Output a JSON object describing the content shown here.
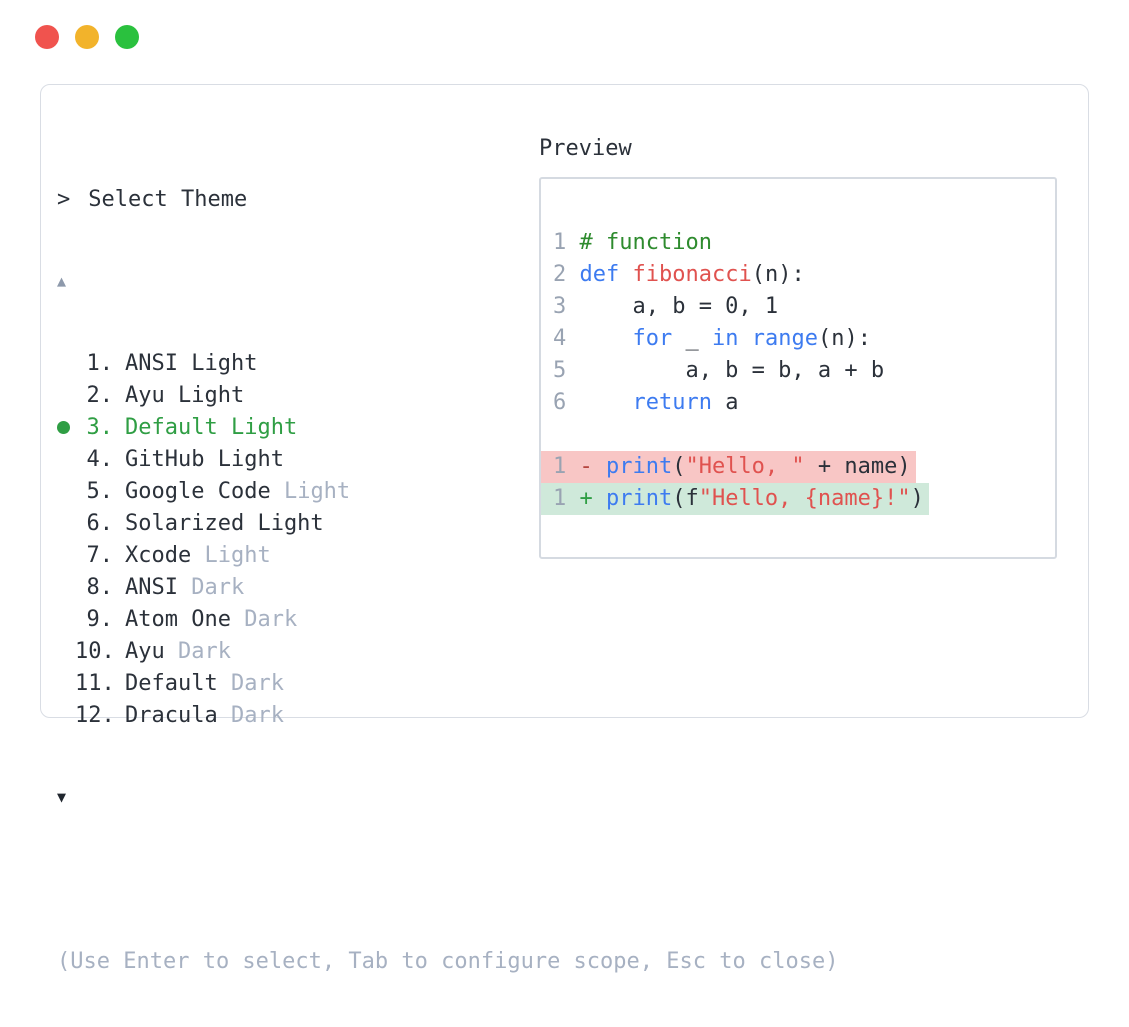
{
  "window": {
    "controls": [
      {
        "name": "close",
        "color": "#f0534e"
      },
      {
        "name": "minimize",
        "color": "#f2b32b"
      },
      {
        "name": "zoom",
        "color": "#2ac13e"
      }
    ]
  },
  "prompt": {
    "chevron": ">",
    "title": "Select Theme"
  },
  "list": {
    "scroll_up_glyph": "▲",
    "scroll_down_glyph": "▼",
    "items": [
      {
        "number": "1.",
        "name": "ANSI Light",
        "dim": "",
        "selected": false
      },
      {
        "number": "2.",
        "name": "Ayu Light",
        "dim": "",
        "selected": false
      },
      {
        "number": "3.",
        "name": "Default Light",
        "dim": "",
        "selected": true
      },
      {
        "number": "4.",
        "name": "GitHub Light",
        "dim": "",
        "selected": false
      },
      {
        "number": "5.",
        "name": "Google Code",
        "dim": "Light",
        "selected": false
      },
      {
        "number": "6.",
        "name": "Solarized Light",
        "dim": "",
        "selected": false
      },
      {
        "number": "7.",
        "name": "Xcode",
        "dim": "Light",
        "selected": false
      },
      {
        "number": "8.",
        "name": "ANSI",
        "dim": "Dark",
        "selected": false
      },
      {
        "number": "9.",
        "name": "Atom One",
        "dim": "Dark",
        "selected": false
      },
      {
        "number": "10.",
        "name": "Ayu",
        "dim": "Dark",
        "selected": false
      },
      {
        "number": "11.",
        "name": "Default",
        "dim": "Dark",
        "selected": false
      },
      {
        "number": "12.",
        "name": "Dracula",
        "dim": "Dark",
        "selected": false
      }
    ]
  },
  "preview": {
    "label": "Preview",
    "code_lines": [
      {
        "num": "1",
        "tokens": [
          [
            "c",
            "# function"
          ]
        ]
      },
      {
        "num": "2",
        "tokens": [
          [
            "k",
            "def"
          ],
          [
            "t",
            " "
          ],
          [
            "f",
            "fibonacci"
          ],
          [
            "t",
            "(n):"
          ]
        ]
      },
      {
        "num": "3",
        "tokens": [
          [
            "t",
            "    a, b = 0, 1"
          ]
        ]
      },
      {
        "num": "4",
        "tokens": [
          [
            "t",
            "    "
          ],
          [
            "k",
            "for"
          ],
          [
            "t",
            " _ "
          ],
          [
            "k",
            "in"
          ],
          [
            "t",
            " "
          ],
          [
            "k",
            "range"
          ],
          [
            "t",
            "(n):"
          ]
        ]
      },
      {
        "num": "5",
        "tokens": [
          [
            "t",
            "        a, b = b, a + b"
          ]
        ]
      },
      {
        "num": "6",
        "tokens": [
          [
            "t",
            "    "
          ],
          [
            "k",
            "return"
          ],
          [
            "t",
            " a"
          ]
        ]
      }
    ],
    "diff_lines": [
      {
        "num": "1",
        "sign": "-",
        "type": "removed",
        "tokens": [
          [
            "k",
            "print"
          ],
          [
            "t",
            "("
          ],
          [
            "f",
            "\"Hello, \""
          ],
          [
            "t",
            " + name)"
          ]
        ]
      },
      {
        "num": "1",
        "sign": "+",
        "type": "added",
        "tokens": [
          [
            "k",
            "print"
          ],
          [
            "t",
            "(f"
          ],
          [
            "f",
            "\"Hello, {name}!\""
          ],
          [
            "t",
            ")"
          ]
        ]
      }
    ]
  },
  "help": {
    "text": "(Use Enter to select, Tab to configure scope, Esc to close)"
  },
  "colors": {
    "text": "#2b313a",
    "muted": "#a7b1c2",
    "line-number": "#99a3b2",
    "accent-green": "#2f9e44",
    "comment-green": "#2e8b2e",
    "keyword-blue": "#3d7bf0",
    "string-red": "#e0524f",
    "removed-sign": "#b5453f",
    "removed-bg": "#f8c6c5",
    "added-bg": "#cfe9da",
    "panel-border": "#d9dde4",
    "box-border": "#d5dae1",
    "arrow-up": "#8d99ab",
    "arrow-down": "#20262e"
  }
}
